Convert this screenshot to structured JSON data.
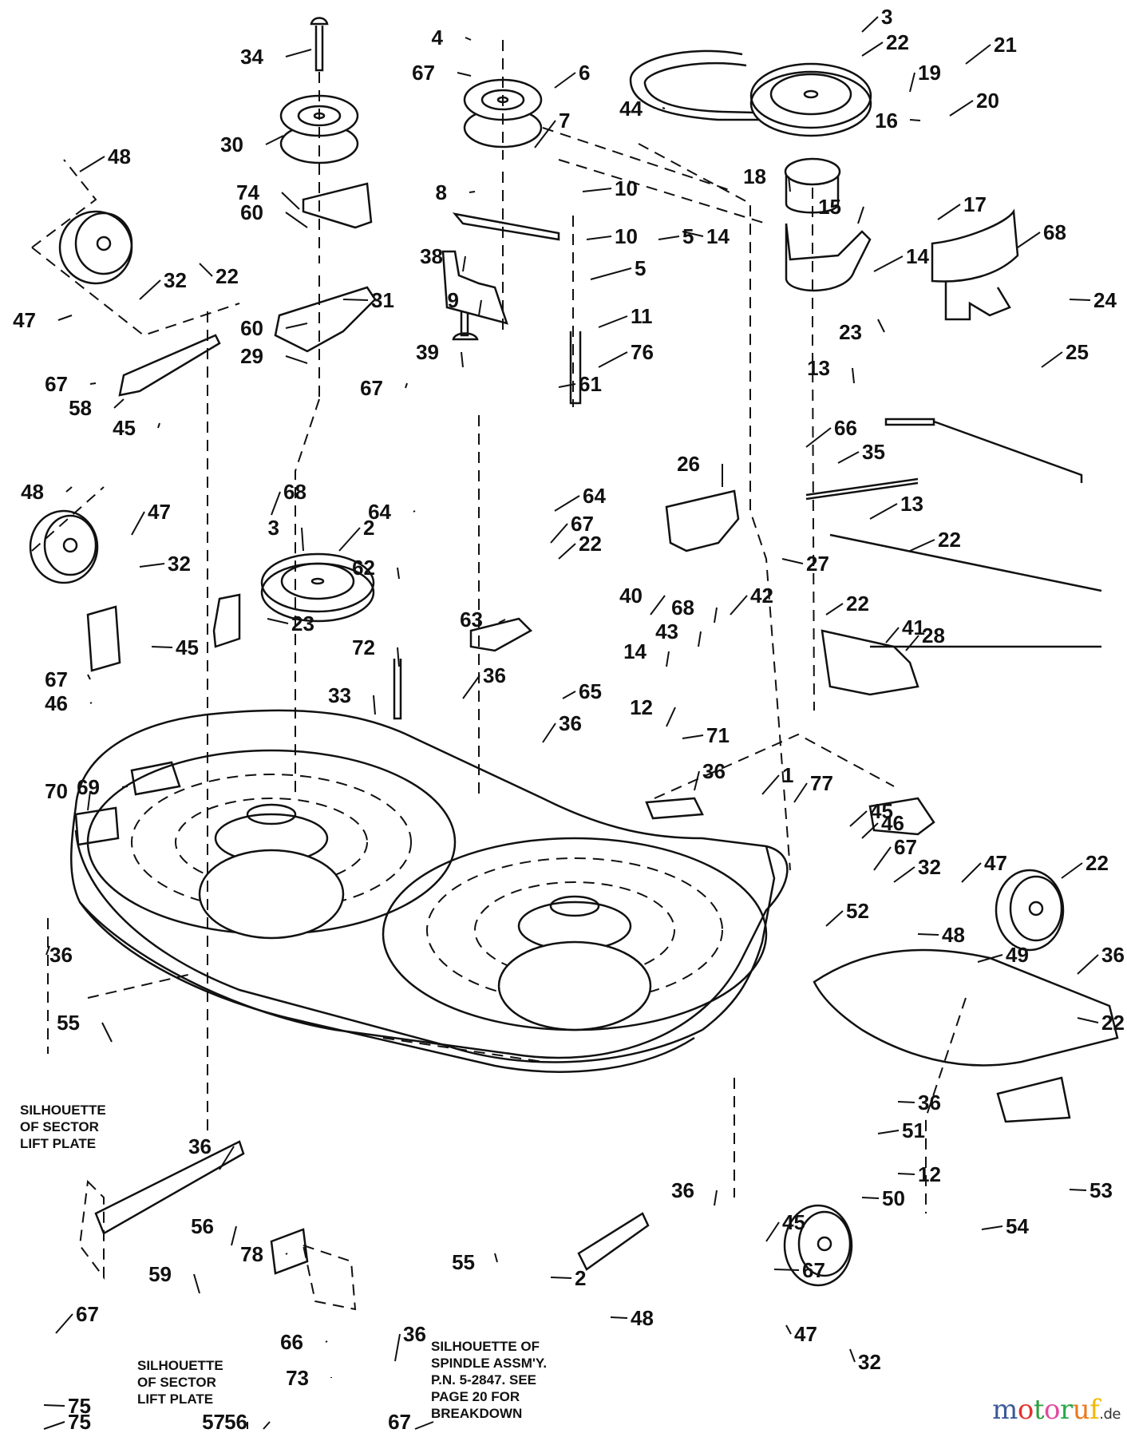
{
  "diagram": {
    "title": "Mower deck exploded parts diagram",
    "notes": [
      {
        "id": "sector-lift-plate-1",
        "lines": [
          "SILHOUETTE",
          "OF SECTOR",
          "LIFT PLATE"
        ]
      },
      {
        "id": "sector-lift-plate-2",
        "lines": [
          "SILHOUETTE",
          "OF SECTOR",
          "LIFT PLATE"
        ]
      },
      {
        "id": "spindle-assembly",
        "lines": [
          "SILHOUETTE OF",
          "SPINDLE ASSM'Y.",
          "P.N. 5-2847.  SEE",
          "PAGE 20 FOR",
          "BREAKDOWN"
        ]
      }
    ],
    "callouts": [
      "34",
      "30",
      "74",
      "60",
      "60",
      "29",
      "48",
      "47",
      "32",
      "22",
      "67",
      "58",
      "45",
      "48",
      "47",
      "32",
      "67",
      "45",
      "46",
      "68",
      "3",
      "2",
      "23",
      "72",
      "33",
      "69",
      "70",
      "36",
      "55",
      "36",
      "56",
      "59",
      "67",
      "75",
      "78",
      "66",
      "73",
      "36",
      "56",
      "57",
      "67",
      "75",
      "4",
      "67",
      "6",
      "7",
      "8",
      "38",
      "10",
      "10",
      "5",
      "9",
      "39",
      "11",
      "76",
      "67",
      "61",
      "64",
      "64",
      "62",
      "67",
      "22",
      "63",
      "31",
      "44",
      "5",
      "14",
      "40",
      "68",
      "42",
      "43",
      "14",
      "12",
      "36",
      "65",
      "36",
      "71",
      "36",
      "1",
      "77",
      "55",
      "2",
      "3",
      "22",
      "21",
      "19",
      "20",
      "16",
      "18",
      "17",
      "15",
      "14",
      "23",
      "68",
      "24",
      "25",
      "13",
      "66",
      "35",
      "13",
      "22",
      "26",
      "27",
      "22",
      "28",
      "41",
      "45",
      "46",
      "67",
      "32",
      "47",
      "22",
      "48",
      "36",
      "49",
      "52",
      "22",
      "36",
      "51",
      "12",
      "50",
      "53",
      "54",
      "45",
      "67",
      "32",
      "47",
      "48",
      "36"
    ]
  },
  "logo": {
    "letters": [
      {
        "char": "m",
        "color": "#3b5998"
      },
      {
        "char": "o",
        "color": "#e0342c"
      },
      {
        "char": "t",
        "color": "#2e9e3e"
      },
      {
        "char": "o",
        "color": "#e04aa0"
      },
      {
        "char": "r",
        "color": "#2aa84a"
      },
      {
        "char": "u",
        "color": "#e87a1e"
      },
      {
        "char": "f",
        "color": "#f0b800"
      }
    ],
    "tld": ".de"
  }
}
